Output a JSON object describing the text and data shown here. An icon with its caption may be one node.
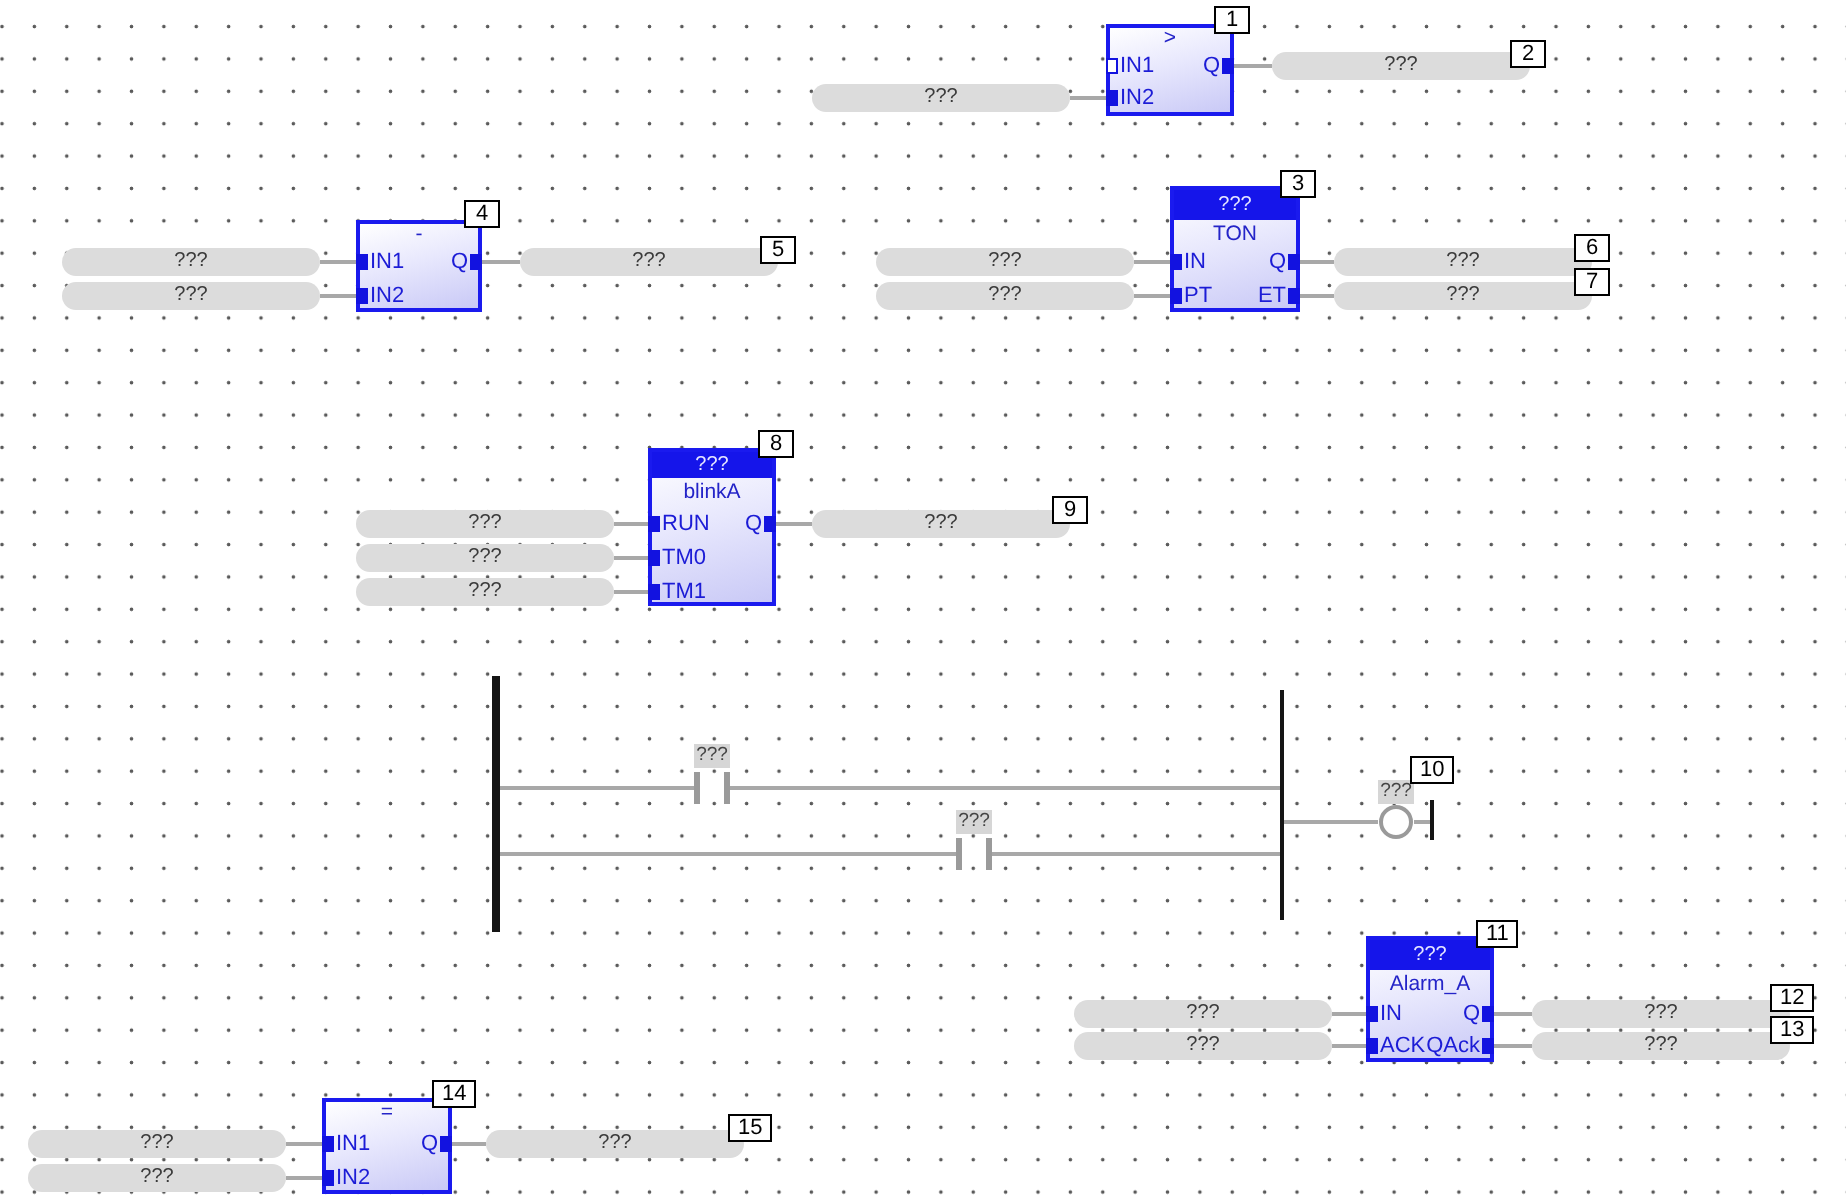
{
  "diagram": {
    "nodes": [
      {
        "text": [
          ">"
        ],
        "beside": [
          "1"
        ]
      },
      {
        "text": [
          "IN1"
        ],
        "in": 0
      },
      {
        "text": [
          "IN2"
        ],
        "in": 0
      },
      {
        "text": [
          "Q"
        ],
        "in": 0
      },
      {
        "text": [
          "???"
        ]
      },
      {
        "text": [
          "???"
        ],
        "beside": [
          "2"
        ]
      },
      {
        "text": [
          "-"
        ],
        "beside": [
          "4"
        ]
      },
      {
        "text": [
          "IN1"
        ],
        "in": 6
      },
      {
        "text": [
          "IN2"
        ],
        "in": 6
      },
      {
        "text": [
          "Q"
        ],
        "in": 6
      },
      {
        "text": [
          "???"
        ]
      },
      {
        "text": [
          "???"
        ]
      },
      {
        "text": [
          "???"
        ],
        "beside": [
          "5"
        ]
      },
      {
        "text": [
          "???",
          "TON"
        ],
        "beside": [
          "3"
        ]
      },
      {
        "text": [
          "IN"
        ],
        "in": 13
      },
      {
        "text": [
          "PT"
        ],
        "in": 13
      },
      {
        "text": [
          "Q"
        ],
        "in": 13
      },
      {
        "text": [
          "ET"
        ],
        "in": 13
      },
      {
        "text": [
          "???"
        ]
      },
      {
        "text": [
          "???"
        ]
      },
      {
        "text": [
          "???"
        ],
        "beside": [
          "6"
        ]
      },
      {
        "text": [
          "???"
        ],
        "beside": [
          "7"
        ]
      },
      {
        "text": [
          "???",
          "blinkA"
        ],
        "beside": [
          "8"
        ]
      },
      {
        "text": [
          "RUN"
        ],
        "in": 22
      },
      {
        "text": [
          "TM0"
        ],
        "in": 22
      },
      {
        "text": [
          "TM1"
        ],
        "in": 22
      },
      {
        "text": [
          "Q"
        ],
        "in": 22
      },
      {
        "text": [
          "???"
        ]
      },
      {
        "text": [
          "???"
        ]
      },
      {
        "text": [
          "???"
        ]
      },
      {
        "text": [
          "???"
        ],
        "beside": [
          "9"
        ]
      },
      {
        "text": [],
        "shape": "bar"
      },
      {
        "text": [
          "???"
        ]
      },
      {
        "text": [
          "???"
        ]
      },
      {
        "text": [],
        "shape": "bar"
      },
      {
        "text": [
          "???"
        ],
        "beside": [
          "10"
        ]
      },
      {
        "text": [],
        "shape": "bar"
      },
      {
        "text": [
          "???",
          "Alarm_A"
        ],
        "beside": [
          "11"
        ]
      },
      {
        "text": [
          "IN"
        ],
        "in": 37
      },
      {
        "text": [
          "ACK"
        ],
        "in": 37
      },
      {
        "text": [
          "Q"
        ],
        "in": 37
      },
      {
        "text": [
          "QAck"
        ],
        "in": 37
      },
      {
        "text": [
          "???"
        ]
      },
      {
        "text": [
          "???"
        ]
      },
      {
        "text": [
          "???"
        ],
        "beside": [
          "12"
        ]
      },
      {
        "text": [
          "???"
        ],
        "beside": [
          "13"
        ]
      },
      {
        "text": [
          "="
        ],
        "beside": [
          "14"
        ]
      },
      {
        "text": [
          "IN1"
        ],
        "in": 46
      },
      {
        "text": [
          "IN2"
        ],
        "in": 46
      },
      {
        "text": [
          "Q"
        ],
        "in": 46
      },
      {
        "text": [
          "???"
        ]
      },
      {
        "text": [
          "???"
        ]
      },
      {
        "text": [
          "???"
        ],
        "beside": [
          "15"
        ]
      }
    ],
    "edges": [
      {
        "from": 4,
        "to": 2,
        "arrow": "none"
      },
      {
        "from": 3,
        "to": 5,
        "arrow": "none"
      },
      {
        "from": 10,
        "to": 7,
        "arrow": "none"
      },
      {
        "from": 11,
        "to": 8,
        "arrow": "none"
      },
      {
        "from": 9,
        "to": 12,
        "arrow": "none"
      },
      {
        "from": 18,
        "to": 14,
        "arrow": "none"
      },
      {
        "from": 19,
        "to": 15,
        "arrow": "none"
      },
      {
        "from": 16,
        "to": 20,
        "arrow": "none"
      },
      {
        "from": 17,
        "to": 21,
        "arrow": "none"
      },
      {
        "from": 27,
        "to": 23,
        "arrow": "none"
      },
      {
        "from": 28,
        "to": 24,
        "arrow": "none"
      },
      {
        "from": 29,
        "to": 25,
        "arrow": "none"
      },
      {
        "from": 26,
        "to": 30,
        "arrow": "none"
      },
      {
        "from": 31,
        "to": 32,
        "arrow": "none"
      },
      {
        "from": 32,
        "to": 34,
        "arrow": "none"
      },
      {
        "from": 31,
        "to": 33,
        "arrow": "none"
      },
      {
        "from": 33,
        "to": 34,
        "arrow": "none"
      },
      {
        "from": 34,
        "to": 35,
        "arrow": "none"
      },
      {
        "from": 35,
        "to": 36,
        "arrow": "none"
      },
      {
        "from": 42,
        "to": 38,
        "arrow": "none"
      },
      {
        "from": 43,
        "to": 39,
        "arrow": "none"
      },
      {
        "from": 40,
        "to": 44,
        "arrow": "none"
      },
      {
        "from": 41,
        "to": 45,
        "arrow": "none"
      },
      {
        "from": 50,
        "to": 47,
        "arrow": "none"
      },
      {
        "from": 51,
        "to": 48,
        "arrow": "none"
      },
      {
        "from": 49,
        "to": 52,
        "arrow": "none"
      }
    ]
  }
}
